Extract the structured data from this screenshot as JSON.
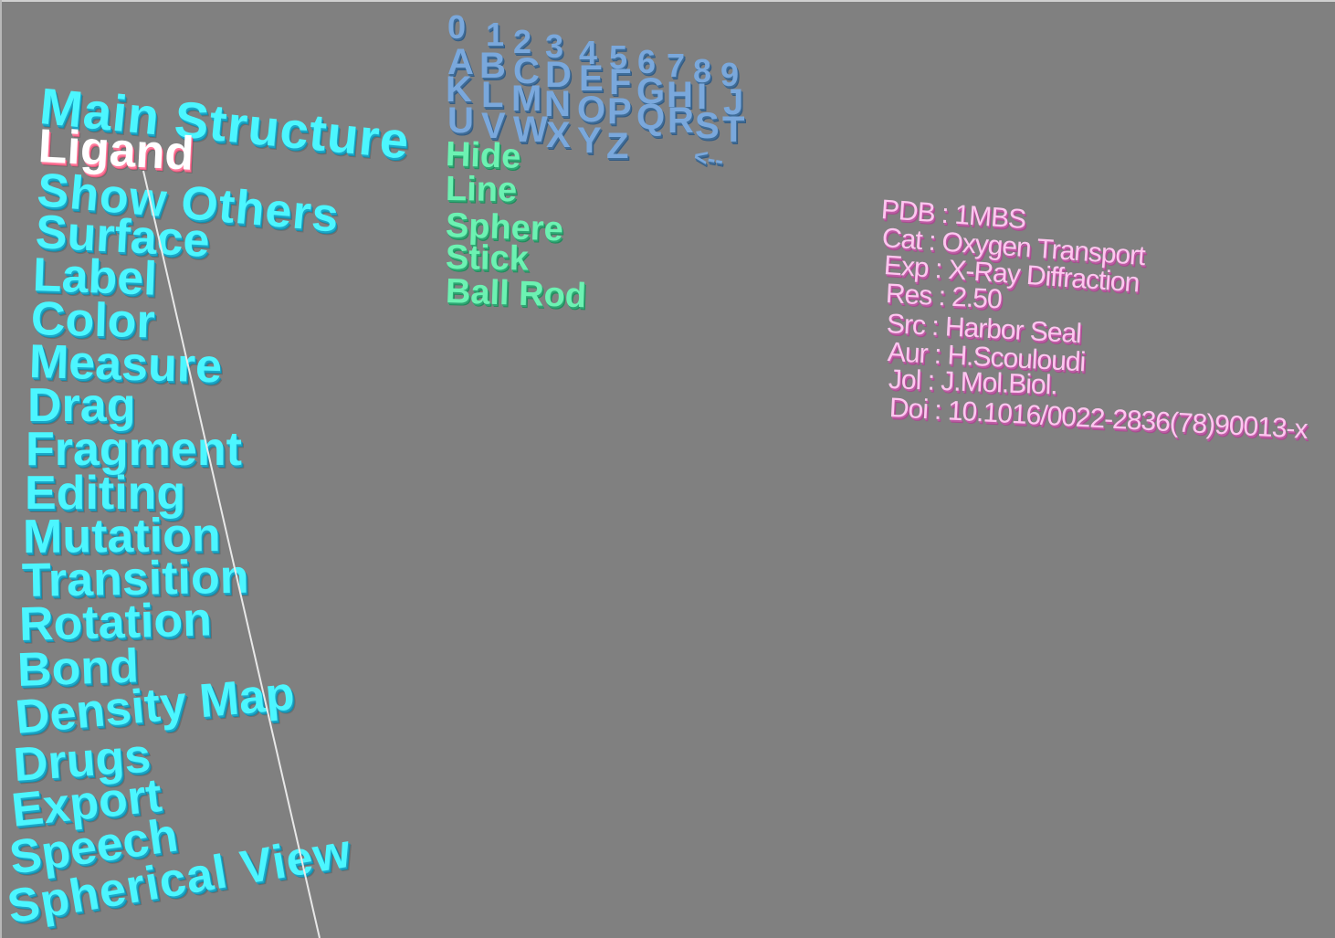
{
  "scene": {
    "background_color": "#808080",
    "colors": {
      "menu": "#4cf6ff",
      "menu_selected": "#ffffff",
      "menu_selected_shadow": "#ff7b9c",
      "keyboard": "#7aa8dc",
      "submenu": "#6cf2b2",
      "info": "#ffc6f0"
    }
  },
  "main_menu": {
    "selected": "Ligand",
    "items": [
      {
        "label": "Main Structure"
      },
      {
        "label": "Ligand"
      },
      {
        "label": "Show Others"
      },
      {
        "label": "Surface"
      },
      {
        "label": "Label"
      },
      {
        "label": "Color"
      },
      {
        "label": "Measure"
      },
      {
        "label": "Drag"
      },
      {
        "label": "Fragment"
      },
      {
        "label": "Editing"
      },
      {
        "label": "Mutation"
      },
      {
        "label": "Transition"
      },
      {
        "label": "Rotation"
      },
      {
        "label": "Bond"
      },
      {
        "label": "Density Map"
      },
      {
        "label": "Drugs"
      },
      {
        "label": "Export"
      },
      {
        "label": "Speech"
      },
      {
        "label": "Spherical View"
      }
    ]
  },
  "keyboard": {
    "digits": [
      "0",
      "1",
      "2",
      "3",
      "4",
      "5",
      "6",
      "7",
      "8",
      "9"
    ],
    "row1": [
      "A",
      "B",
      "C",
      "D",
      "E",
      "F",
      "G",
      "H",
      "I",
      "J"
    ],
    "row2": [
      "K",
      "L",
      "M",
      "N",
      "O",
      "P",
      "Q",
      "R",
      "S",
      "T"
    ],
    "row3": [
      "U",
      "V",
      "W",
      "X",
      "Y",
      "Z"
    ],
    "backspace": "<--"
  },
  "representation_menu": {
    "items": [
      {
        "label": "Hide"
      },
      {
        "label": "Line"
      },
      {
        "label": "Sphere"
      },
      {
        "label": "Stick"
      },
      {
        "label": "Ball Rod"
      }
    ]
  },
  "info_panel": {
    "separator": " : ",
    "rows": [
      {
        "key": "PDB",
        "value": "1MBS"
      },
      {
        "key": "Cat",
        "value": "Oxygen Transport"
      },
      {
        "key": "Exp",
        "value": "X-Ray Diffraction"
      },
      {
        "key": "Res",
        "value": "2.50"
      },
      {
        "key": "Src",
        "value": "Harbor Seal"
      },
      {
        "key": "Aur",
        "value": "H.Scouloudi"
      },
      {
        "key": "Jol",
        "value": "J.Mol.Biol."
      },
      {
        "key": "Doi",
        "value": "10.1016/0022-2836(78)90013-x"
      }
    ]
  }
}
